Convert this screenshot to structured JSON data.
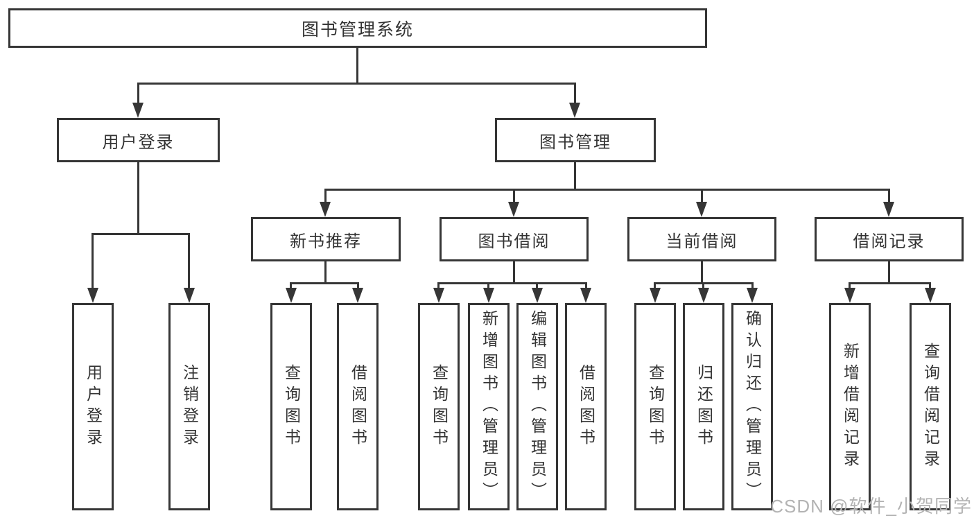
{
  "diagram_title": "图书管理系统",
  "tree": {
    "label": "图书管理系统",
    "children": [
      {
        "label": "用户登录",
        "children": [
          {
            "label": "用户登录"
          },
          {
            "label": "注销登录"
          }
        ]
      },
      {
        "label": "图书管理",
        "children": [
          {
            "label": "新书推荐",
            "children": [
              {
                "label": "查询图书"
              },
              {
                "label": "借阅图书"
              }
            ]
          },
          {
            "label": "图书借阅",
            "children": [
              {
                "label": "查询图书"
              },
              {
                "label": "新增图书（管理员）"
              },
              {
                "label": "编辑图书（管理员）"
              },
              {
                "label": "借阅图书"
              }
            ]
          },
          {
            "label": "当前借阅",
            "children": [
              {
                "label": "查询图书"
              },
              {
                "label": "归还图书"
              },
              {
                "label": "确认归还（管理员）"
              }
            ]
          },
          {
            "label": "借阅记录",
            "children": [
              {
                "label": "新增借阅记录"
              },
              {
                "label": "查询借阅记录"
              }
            ]
          }
        ]
      }
    ]
  },
  "watermark": {
    "text": "CSDN @软件_小贺同学"
  },
  "colors": {
    "line": "#363636",
    "box_border": "#363636",
    "text": "#333333",
    "watermark": "#b3b3b3",
    "background": "#ffffff"
  }
}
